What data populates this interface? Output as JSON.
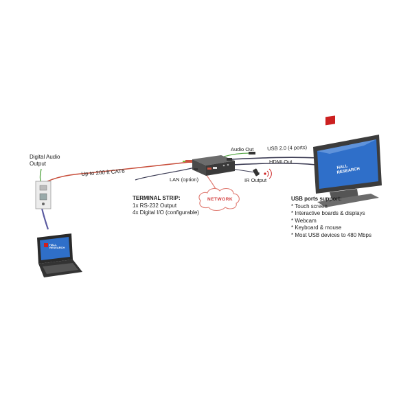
{
  "labels": {
    "digital_audio": "Digital Audio",
    "output": "Output",
    "cat6": "Up to 200 ft CAT6",
    "audio_out": "Audio Out",
    "usb": "USB 2.0 (4 ports)",
    "hdmi_out": "HDMI Out",
    "lan": "LAN (option)",
    "ir_output": "IR Output",
    "network": "NETWORK"
  },
  "terminal_strip": {
    "title": "TERMINAL STRIP:",
    "lines": [
      "1x RS-232 Output",
      "4x Digital I/O (configurable)"
    ]
  },
  "usb_support": {
    "title": "USB ports support:",
    "items": [
      "* Touch screen",
      "* Interactive boards & displays",
      "* Webcam",
      "* Keyboard & mouse",
      "* Most USB devices to 480 Mbps"
    ]
  },
  "brand": {
    "line1": "HALL",
    "line2": "RESEARCH"
  },
  "colors": {
    "cat6_cable": "#c9523f",
    "network_cable": "#e07b72",
    "usb_cable": "#3d3d55",
    "audio_cable": "#5aa84a",
    "brand_red": "#cc2020",
    "screen_blue": "#2f6fc9"
  }
}
